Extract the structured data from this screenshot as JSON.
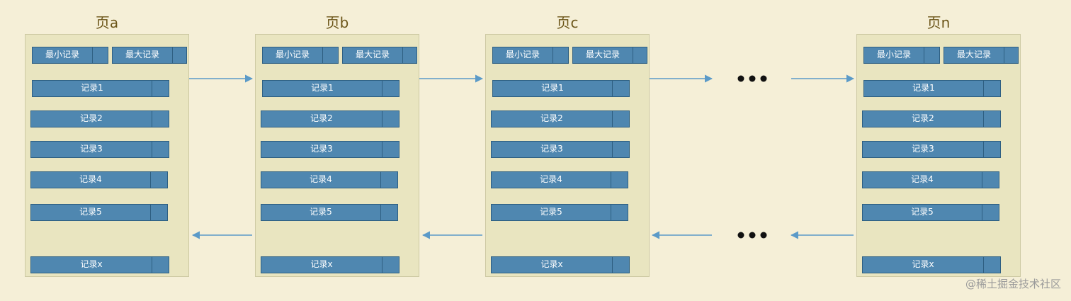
{
  "pages": [
    {
      "title": "页a"
    },
    {
      "title": "页b"
    },
    {
      "title": "页c"
    },
    {
      "title": "页n"
    }
  ],
  "labels": {
    "min_record": "最小记录",
    "max_record": "最大记录",
    "records": [
      "记录1",
      "记录2",
      "记录3",
      "记录4",
      "记录5"
    ],
    "last_record": "记录x"
  },
  "ellipsis": "•••",
  "watermark": "@稀土掘金技术社区",
  "colors": {
    "background": "#f5efd7",
    "page_fill": "#e9e5c0",
    "record_fill": "#4f87b0",
    "record_border": "#2e5f82",
    "arrow_black": "#111111",
    "arrow_blue": "#5b9ac8",
    "title": "#6b5518"
  }
}
